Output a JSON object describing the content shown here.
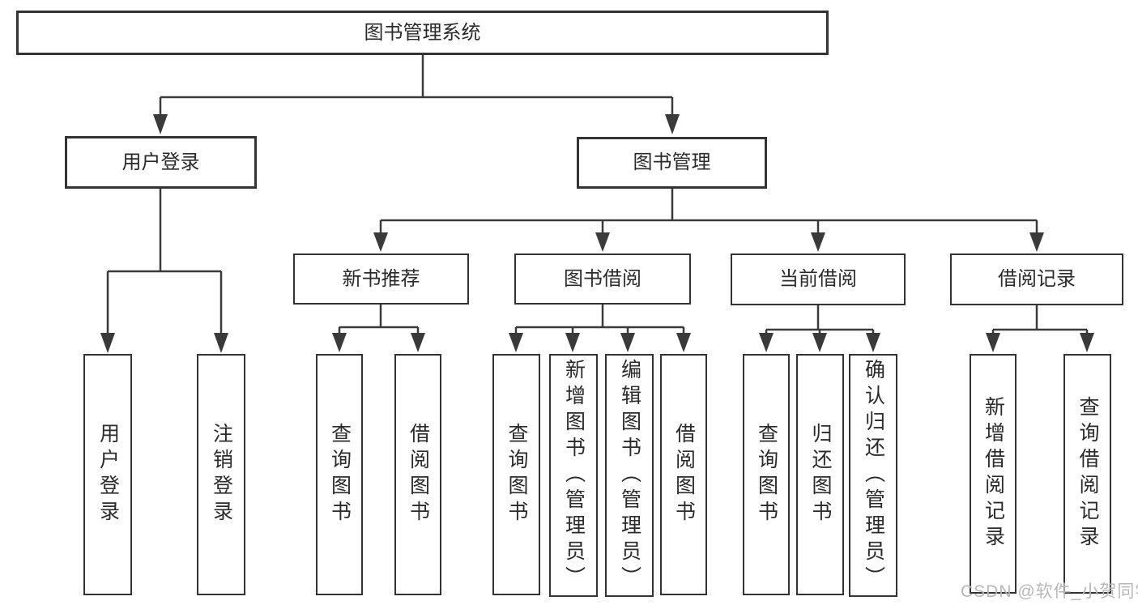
{
  "colors": {
    "background": "#ffffff",
    "line": "#3a3a3a",
    "box_border": "#333333",
    "text": "#2a2a2a",
    "watermark": "#b7b7b7"
  },
  "nodes": {
    "root": {
      "label": "图书管理系统"
    },
    "level2": {
      "user_login": {
        "label": "用户登录"
      },
      "book_mgmt": {
        "label": "图书管理"
      }
    },
    "level3": {
      "new_book_rec": {
        "label": "新书推荐"
      },
      "book_borrow": {
        "label": "图书借阅"
      },
      "current_borrow": {
        "label": "当前借阅"
      },
      "borrow_record": {
        "label": "借阅记录"
      }
    },
    "leaves": {
      "login": {
        "label": "用户登录"
      },
      "logout": {
        "label": "注销登录"
      },
      "nb_query": {
        "label": "查询图书"
      },
      "nb_borrow": {
        "label": "借阅图书"
      },
      "bb_query": {
        "label": "查询图书"
      },
      "bb_add": {
        "label": "新增图书（管理员）"
      },
      "bb_edit": {
        "label": "编辑图书（管理员）"
      },
      "bb_borrow": {
        "label": "借阅图书"
      },
      "cb_query": {
        "label": "查询图书"
      },
      "cb_return": {
        "label": "归还图书"
      },
      "cb_confirm": {
        "label": "确认归还（管理员）"
      },
      "br_add": {
        "label": "新增借阅记录"
      },
      "br_query": {
        "label": "查询借阅记录"
      }
    }
  },
  "watermark": {
    "text": "CSDN @软件_小贺同学"
  }
}
